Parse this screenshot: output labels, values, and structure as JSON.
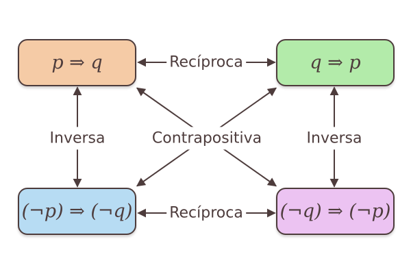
{
  "colors": {
    "background": "#ffffff",
    "stroke": "#4D3C3C",
    "text": "#4D3C3C"
  },
  "boxes": {
    "top_left": {
      "formula": "p ⇒ q",
      "fill": "#F5CBA6"
    },
    "top_right": {
      "formula": "q ⇒ p",
      "fill": "#B3EBAA"
    },
    "bottom_left": {
      "formula": "(¬p) ⇒ (¬q)",
      "fill": "#B7DCF3"
    },
    "bottom_right": {
      "formula": "(¬q) ⇒ (¬p)",
      "fill": "#ECC3F2"
    }
  },
  "labels": {
    "reciproca_top": "Recíproca",
    "reciproca_bottom": "Recíproca",
    "inversa_left": "Inversa",
    "inversa_right": "Inversa",
    "contrapositiva": "Contrapositiva"
  }
}
